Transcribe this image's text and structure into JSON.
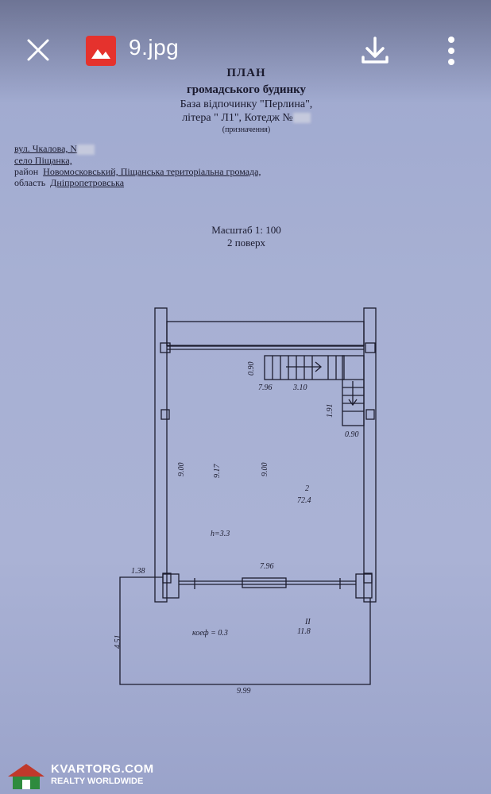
{
  "viewer": {
    "file_name": "9.jpg",
    "colors": {
      "image_icon": "#e5322d",
      "icon": "#ffffff"
    },
    "icons": {
      "close": "close-icon",
      "file_type": "image-file-icon",
      "download": "download-icon",
      "menu": "more-vertical-icon"
    }
  },
  "document": {
    "title": "ПЛАН",
    "subtitle": "громадського будинку",
    "base_line": "База відпочинку \"Перлина\",",
    "letter_line": "літера \" Л1\", Котедж №",
    "purpose": "(призначення)",
    "address": {
      "street": "вул. Чкалова, N",
      "village": "село Піщанка,",
      "district_label": "район",
      "district": "Новомосковський, Піщанська територіальна громада,",
      "region_label": "область",
      "region": "Дніпропетровська"
    },
    "scale": "Масштаб 1: 100",
    "floor": "2 поверх"
  },
  "plan": {
    "dims": {
      "stair_h": "0.90",
      "stair_w1": "7.96",
      "stair_w2": "3.10",
      "stair_v": "1.91",
      "stair_b": "0.90",
      "left_wall": "9.00",
      "inner_1": "9.17",
      "inner_2": "9.00",
      "room_no": "2",
      "room_area": "72.4",
      "height": "h=3.3",
      "bottom_wall": "7.96",
      "terrace_side": "1.38",
      "terrace_h": "4.51",
      "terrace_label": "II",
      "terrace_area": "11.8",
      "coef": "коеф = 0.3",
      "terrace_w": "9.99"
    }
  },
  "watermark": {
    "main": "KVARTORG.COM",
    "sub": "REALTY WORLDWIDE",
    "colors": {
      "house_red": "#c0392b",
      "house_green": "#2e8b3e"
    }
  }
}
